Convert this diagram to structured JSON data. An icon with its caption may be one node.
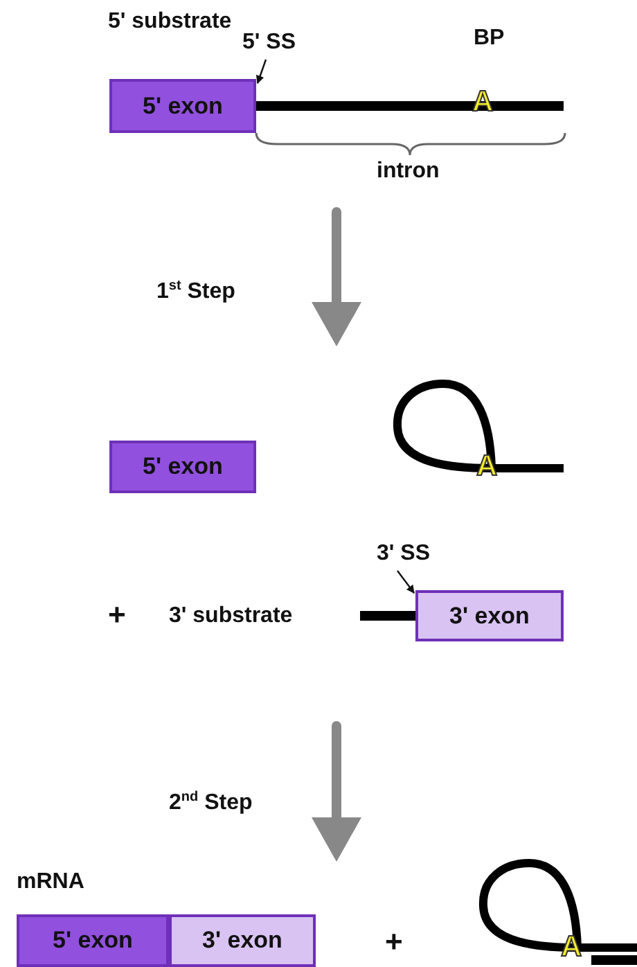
{
  "diagram": {
    "nodes": [
      {
        "text": [
          "5' exon"
        ]
      },
      {
        "text": [
          "5' SS"
        ]
      },
      {
        "text": [
          "5' exon"
        ]
      },
      {
        "text": [
          "3' SS"
        ]
      },
      {
        "text": [
          "3' exon"
        ]
      },
      {
        "text": [
          "5' exon"
        ]
      },
      {
        "text": [
          "3' exon"
        ]
      }
    ],
    "edges": [
      {
        "from": 1,
        "to": null,
        "arrow": "to"
      },
      {
        "from": 3,
        "to": null,
        "arrow": "to"
      }
    ],
    "labels": [
      "5' substrate",
      "BP",
      "A",
      "intron",
      "1$^{st}$ Step",
      "A",
      "+",
      "3' substrate",
      "2$^{nd}$ Step",
      "mRNA",
      "+",
      "A"
    ]
  }
}
